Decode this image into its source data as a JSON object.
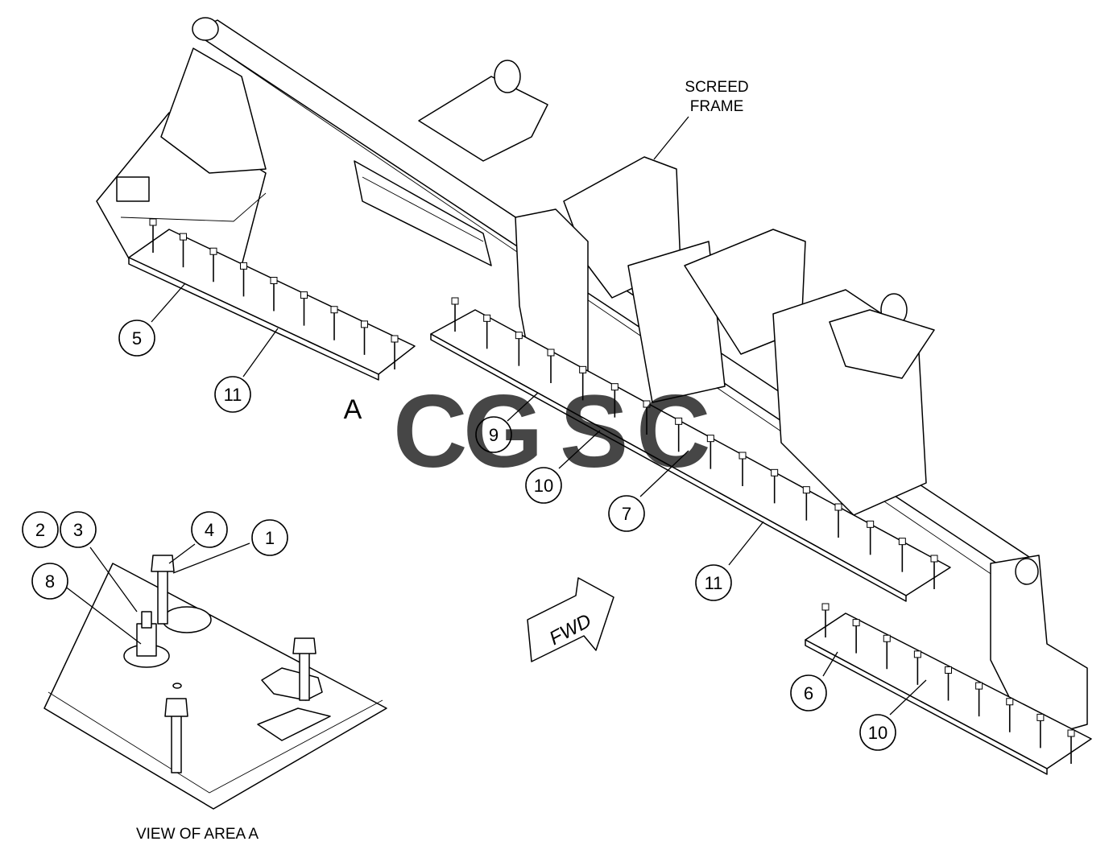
{
  "labels": {
    "screed_frame_line1": "SCREED",
    "screed_frame_line2": "FRAME",
    "area_marker": "A",
    "fwd_arrow": "FWD",
    "view_caption": "VIEW OF AREA A"
  },
  "watermark": {
    "letters": [
      "C",
      "G",
      "S",
      "C"
    ],
    "colors": [
      "#4a90e2",
      "#ea5a4e",
      "#f2c230",
      "#2e9e63"
    ]
  },
  "callouts": [
    "5",
    "11",
    "9",
    "10",
    "7",
    "11",
    "6",
    "10",
    "2",
    "3",
    "4",
    "1",
    "8"
  ]
}
